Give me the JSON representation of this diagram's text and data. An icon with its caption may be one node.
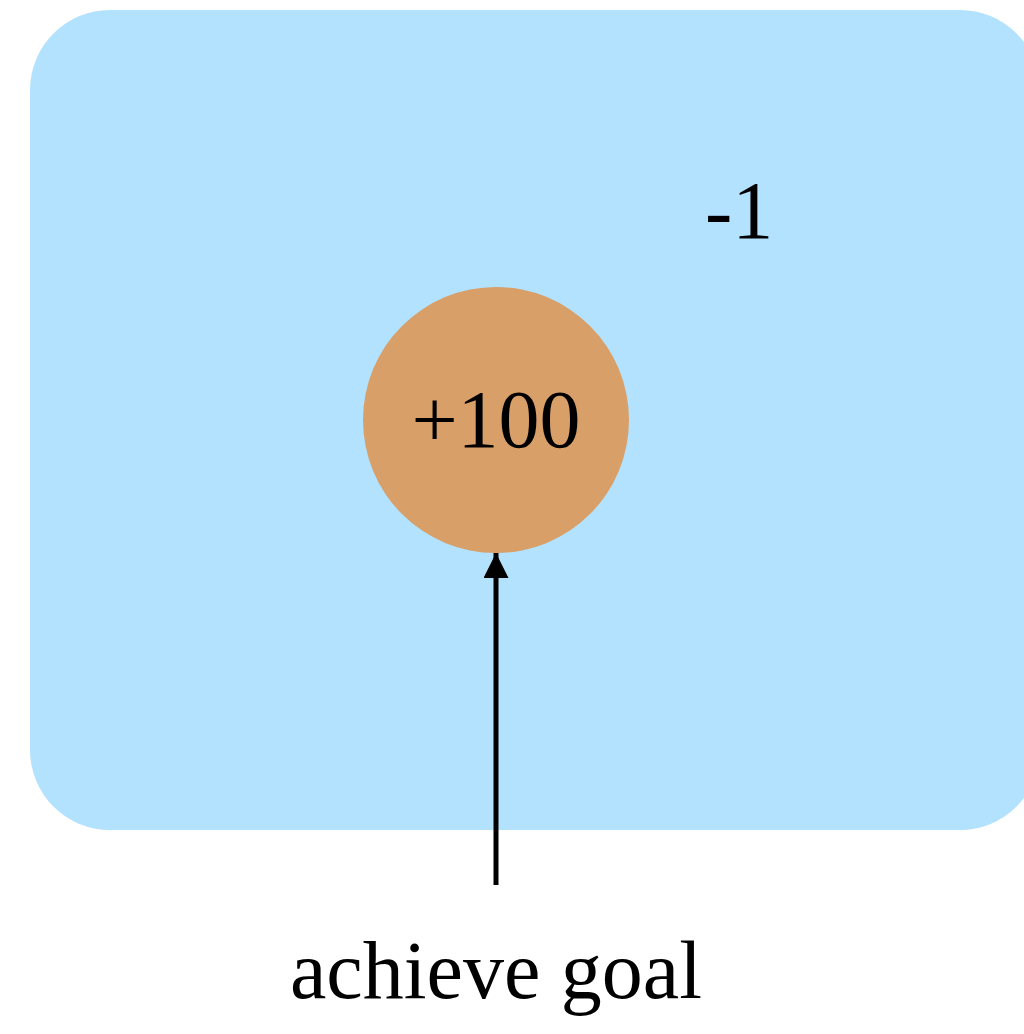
{
  "diagram": {
    "nodes": [
      {
        "text": [
          "-1"
        ]
      },
      {
        "text": [
          "+100"
        ],
        "in": 0
      },
      {
        "text": [
          "achieve goal"
        ]
      }
    ],
    "edges": [
      {
        "from": 2,
        "to": 1,
        "arrow": "to"
      }
    ]
  }
}
